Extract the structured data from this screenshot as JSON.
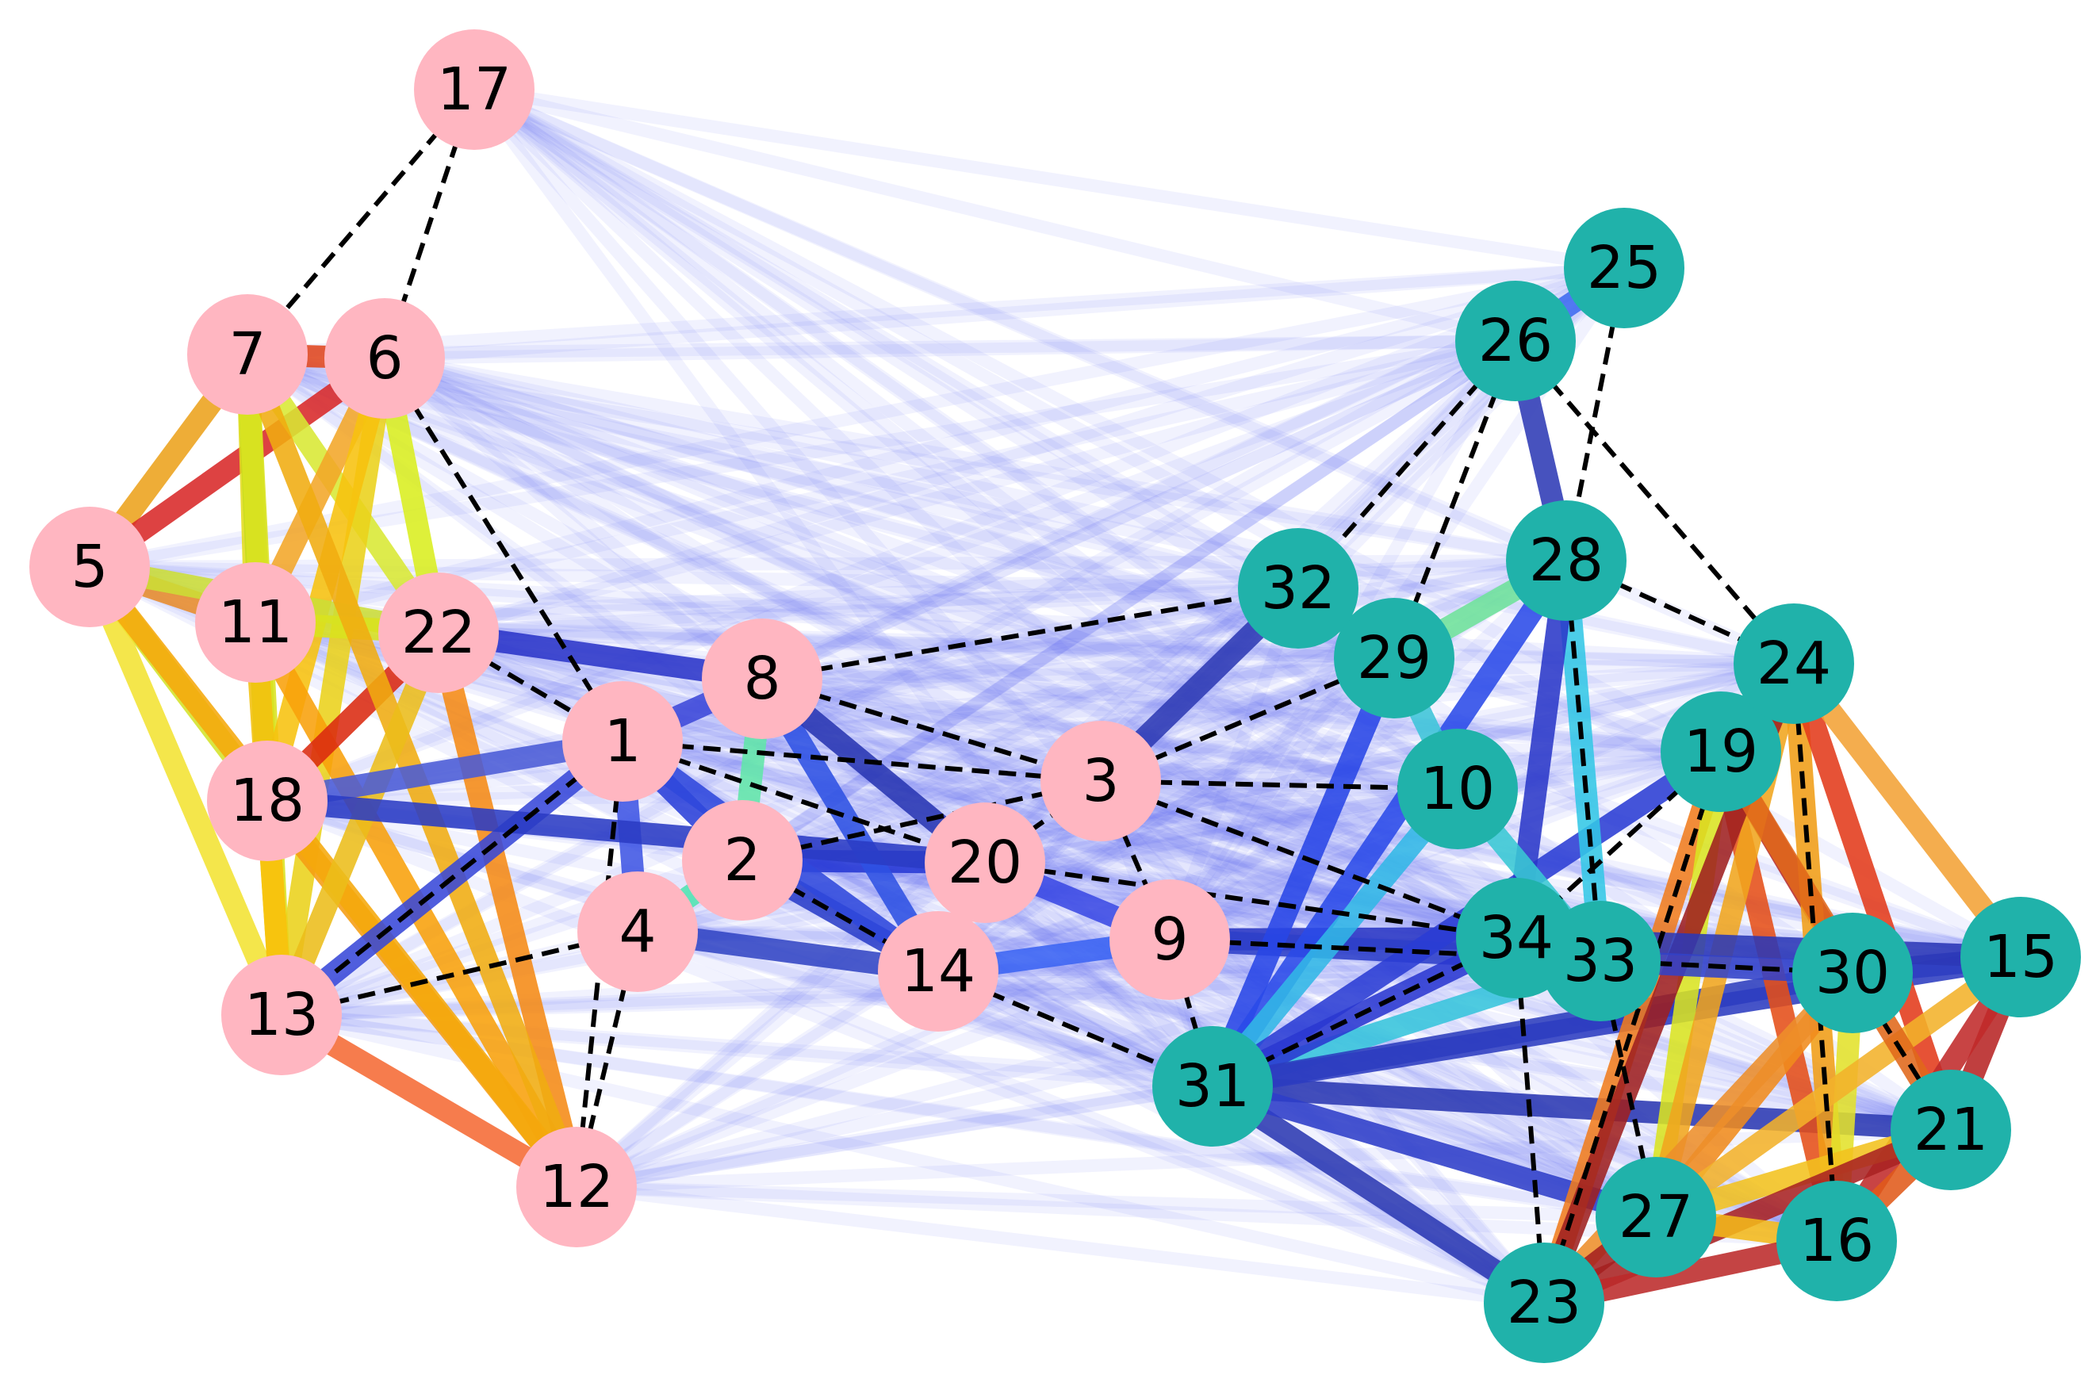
{
  "graph": {
    "colors": {
      "group_a": "#ffb6c1",
      "group_b": "#20b2aa",
      "weak_edge": "#5a6bf0",
      "dashed_edge": "#000000",
      "label": "#000000"
    },
    "nodes": [
      {
        "id": "1",
        "label": "1",
        "group": "a"
      },
      {
        "id": "2",
        "label": "2",
        "group": "a"
      },
      {
        "id": "3",
        "label": "3",
        "group": "a"
      },
      {
        "id": "4",
        "label": "4",
        "group": "a"
      },
      {
        "id": "5",
        "label": "5",
        "group": "a"
      },
      {
        "id": "6",
        "label": "6",
        "group": "a"
      },
      {
        "id": "7",
        "label": "7",
        "group": "a"
      },
      {
        "id": "8",
        "label": "8",
        "group": "a"
      },
      {
        "id": "9",
        "label": "9",
        "group": "a"
      },
      {
        "id": "11",
        "label": "11",
        "group": "a"
      },
      {
        "id": "12",
        "label": "12",
        "group": "a"
      },
      {
        "id": "13",
        "label": "13",
        "group": "a"
      },
      {
        "id": "14",
        "label": "14",
        "group": "a"
      },
      {
        "id": "17",
        "label": "17",
        "group": "a"
      },
      {
        "id": "18",
        "label": "18",
        "group": "a"
      },
      {
        "id": "20",
        "label": "20",
        "group": "a"
      },
      {
        "id": "22",
        "label": "22",
        "group": "a"
      },
      {
        "id": "10",
        "label": "10",
        "group": "b"
      },
      {
        "id": "15",
        "label": "15",
        "group": "b"
      },
      {
        "id": "16",
        "label": "16",
        "group": "b"
      },
      {
        "id": "19",
        "label": "19",
        "group": "b"
      },
      {
        "id": "21",
        "label": "21",
        "group": "b"
      },
      {
        "id": "23",
        "label": "23",
        "group": "b"
      },
      {
        "id": "24",
        "label": "24",
        "group": "b"
      },
      {
        "id": "25",
        "label": "25",
        "group": "b"
      },
      {
        "id": "26",
        "label": "26",
        "group": "b"
      },
      {
        "id": "27",
        "label": "27",
        "group": "b"
      },
      {
        "id": "28",
        "label": "28",
        "group": "b"
      },
      {
        "id": "29",
        "label": "29",
        "group": "b"
      },
      {
        "id": "30",
        "label": "30",
        "group": "b"
      },
      {
        "id": "31",
        "label": "31",
        "group": "b"
      },
      {
        "id": "32",
        "label": "32",
        "group": "b"
      },
      {
        "id": "33",
        "label": "33",
        "group": "b"
      },
      {
        "id": "34",
        "label": "34",
        "group": "b"
      }
    ],
    "strong_edges": [
      [
        "7",
        "6",
        "#e0471e"
      ],
      [
        "7",
        "5",
        "#eca21b"
      ],
      [
        "6",
        "5",
        "#d82828"
      ],
      [
        "7",
        "11",
        "#e2dc1f"
      ],
      [
        "7",
        "22",
        "#d8e833"
      ],
      [
        "7",
        "18",
        "#c6dc1b"
      ],
      [
        "7",
        "13",
        "#d9e321"
      ],
      [
        "6",
        "11",
        "#f2a628"
      ],
      [
        "6",
        "22",
        "#d9ee1f"
      ],
      [
        "6",
        "13",
        "#ebd21a"
      ],
      [
        "6",
        "18",
        "#f7c20e"
      ],
      [
        "5",
        "11",
        "#e88c2a"
      ],
      [
        "5",
        "22",
        "#ccde35"
      ],
      [
        "5",
        "18",
        "#d4e329"
      ],
      [
        "5",
        "13",
        "#f2e332"
      ],
      [
        "11",
        "22",
        "#d9e21e"
      ],
      [
        "11",
        "13",
        "#f3c00f"
      ],
      [
        "11",
        "12",
        "#f8a10a"
      ],
      [
        "22",
        "18",
        "#db2a10"
      ],
      [
        "22",
        "12",
        "#f58a14"
      ],
      [
        "18",
        "12",
        "#f59d12"
      ],
      [
        "13",
        "12",
        "#f56a34"
      ],
      [
        "18",
        "13",
        "#f7c40e"
      ],
      [
        "7",
        "12",
        "#f0ac10"
      ],
      [
        "5",
        "12",
        "#f5a80b"
      ],
      [
        "22",
        "13",
        "#ecbd1a"
      ],
      [
        "1",
        "8",
        "#3c48d8"
      ],
      [
        "22",
        "8",
        "#2a34c8"
      ],
      [
        "1",
        "2",
        "#2a40d8"
      ],
      [
        "1",
        "4",
        "#3f55e4"
      ],
      [
        "2",
        "20",
        "#2437d4"
      ],
      [
        "2",
        "8",
        "#61e6a9"
      ],
      [
        "2",
        "14",
        "#2a3dc8"
      ],
      [
        "8",
        "14",
        "#2d51e2"
      ],
      [
        "8",
        "20",
        "#2836b2"
      ],
      [
        "1",
        "13",
        "#3848d8"
      ],
      [
        "1",
        "18",
        "#4a5bd6"
      ],
      [
        "18",
        "20",
        "#2a3bc4"
      ],
      [
        "4",
        "14",
        "#3246c4"
      ],
      [
        "14",
        "9",
        "#3a63f2"
      ],
      [
        "20",
        "9",
        "#3a49e4"
      ],
      [
        "1",
        "14",
        "#2f48dc"
      ],
      [
        "2",
        "4",
        "#4ee3b1"
      ],
      [
        "9",
        "34",
        "#2a37c4"
      ],
      [
        "9",
        "33",
        "#2e40c8"
      ],
      [
        "3",
        "32",
        "#2e3ab4"
      ],
      [
        "31",
        "29",
        "#2846e6"
      ],
      [
        "31",
        "28",
        "#2a4ae8"
      ],
      [
        "31",
        "10",
        "#31b7e6"
      ],
      [
        "31",
        "33",
        "#36c4dc"
      ],
      [
        "31",
        "19",
        "#2a3cd4"
      ],
      [
        "31",
        "34",
        "#2a38d0"
      ],
      [
        "31",
        "30",
        "#2c3ebd"
      ],
      [
        "31",
        "21",
        "#2a38b2"
      ],
      [
        "31",
        "23",
        "#2a38b2"
      ],
      [
        "31",
        "27",
        "#2d3ec8"
      ],
      [
        "31",
        "15",
        "#2c3cc0"
      ],
      [
        "26",
        "28",
        "#2d3ab5"
      ],
      [
        "25",
        "26",
        "#3d6af0"
      ],
      [
        "28",
        "33",
        "#33c7e6"
      ],
      [
        "28",
        "34",
        "#2a38c8"
      ],
      [
        "28",
        "29",
        "#6ee39a"
      ],
      [
        "29",
        "10",
        "#3cc4d8"
      ],
      [
        "10",
        "33",
        "#39c8d4"
      ],
      [
        "19",
        "23",
        "#f07c1e"
      ],
      [
        "19",
        "27",
        "#d9e421"
      ],
      [
        "19",
        "16",
        "#e54e18"
      ],
      [
        "19",
        "30",
        "#b52a2a"
      ],
      [
        "24",
        "27",
        "#f0a51e"
      ],
      [
        "24",
        "16",
        "#f09d16"
      ],
      [
        "24",
        "21",
        "#e23a1a"
      ],
      [
        "24",
        "15",
        "#f2a235"
      ],
      [
        "24",
        "23",
        "#9e2020"
      ],
      [
        "30",
        "27",
        "#f08b1c"
      ],
      [
        "30",
        "23",
        "#ed8e2a"
      ],
      [
        "30",
        "16",
        "#e2e12a"
      ],
      [
        "15",
        "27",
        "#f2b22a"
      ],
      [
        "15",
        "21",
        "#b72424"
      ],
      [
        "15",
        "16",
        "#c02a2a"
      ],
      [
        "15",
        "30",
        "#2e3dc0"
      ],
      [
        "21",
        "27",
        "#f2c21e"
      ],
      [
        "21",
        "16",
        "#e05a1a"
      ],
      [
        "21",
        "23",
        "#a82222"
      ],
      [
        "23",
        "27",
        "#a42020"
      ],
      [
        "27",
        "16",
        "#f2b81a"
      ],
      [
        "23",
        "16",
        "#bc2a2a"
      ],
      [
        "19",
        "21",
        "#e0681a"
      ],
      [
        "34",
        "15",
        "#2b38b6"
      ],
      [
        "33",
        "30",
        "#3242c8"
      ]
    ],
    "dashed_edges": [
      [
        "17",
        "7"
      ],
      [
        "17",
        "6"
      ],
      [
        "6",
        "1"
      ],
      [
        "1",
        "13"
      ],
      [
        "4",
        "13"
      ],
      [
        "4",
        "12"
      ],
      [
        "1",
        "12"
      ],
      [
        "22",
        "1"
      ],
      [
        "1",
        "3"
      ],
      [
        "1",
        "20"
      ],
      [
        "8",
        "3"
      ],
      [
        "8",
        "32"
      ],
      [
        "2",
        "3"
      ],
      [
        "2",
        "14"
      ],
      [
        "20",
        "3"
      ],
      [
        "20",
        "34"
      ],
      [
        "3",
        "29"
      ],
      [
        "3",
        "10"
      ],
      [
        "3",
        "9"
      ],
      [
        "3",
        "34"
      ],
      [
        "9",
        "31"
      ],
      [
        "14",
        "31"
      ],
      [
        "26",
        "32"
      ],
      [
        "26",
        "29"
      ],
      [
        "26",
        "24"
      ],
      [
        "25",
        "28"
      ],
      [
        "28",
        "24"
      ],
      [
        "28",
        "33"
      ],
      [
        "34",
        "23"
      ],
      [
        "34",
        "31"
      ],
      [
        "33",
        "27"
      ],
      [
        "19",
        "34"
      ],
      [
        "19",
        "23"
      ],
      [
        "30",
        "21"
      ],
      [
        "24",
        "16"
      ],
      [
        "9",
        "30"
      ]
    ]
  }
}
